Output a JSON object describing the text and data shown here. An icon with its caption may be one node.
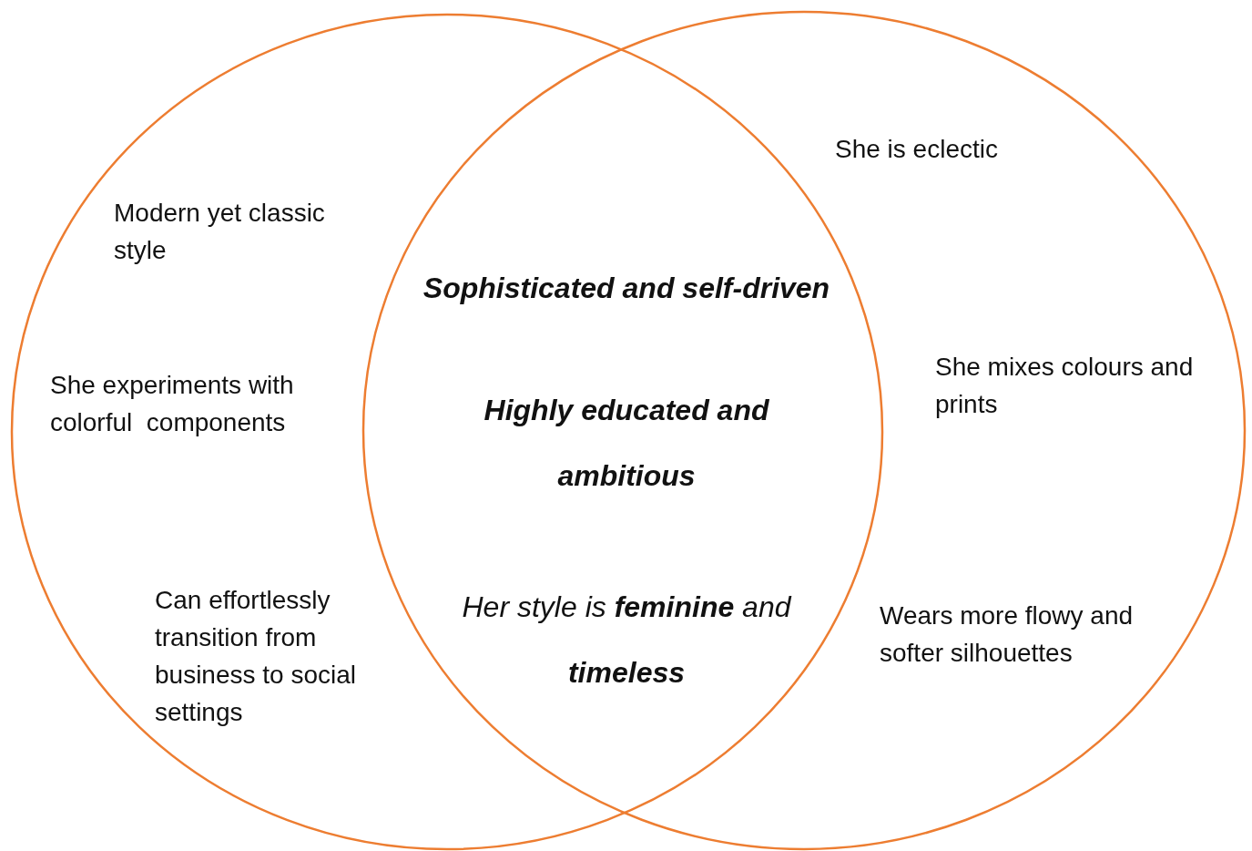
{
  "diagram": {
    "nodes": [
      {
        "text": [
          "Modern yet classic style",
          "She experiments with colorful  components",
          "Can effortlessly transition from business to social settings"
        ]
      },
      {
        "text": [
          "She is eclectic",
          "She mixes colours and prints",
          "Wears more flowy and softer silhouettes"
        ]
      }
    ],
    "labels": [
      "Sophisticated and self-driven",
      "Highly educated and ambitious",
      "Her style is **feminine** and **timeless**"
    ]
  }
}
